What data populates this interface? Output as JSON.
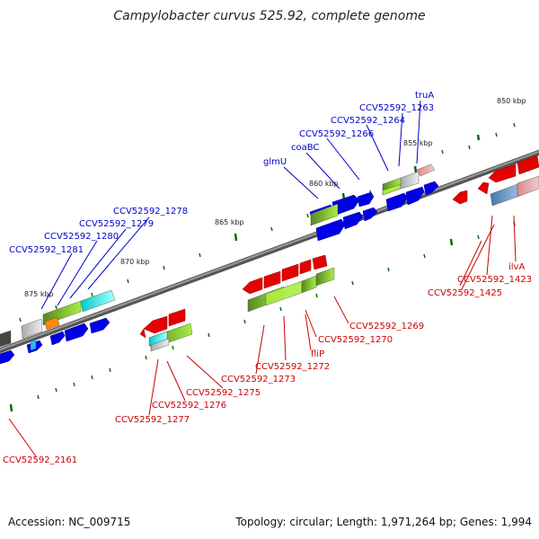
{
  "title": "Campylobacter curvus 525.92, complete genome",
  "footer": {
    "accession": "Accession: NC_009715",
    "summary": "Topology: circular; Length: 1,971,264 bp; Genes: 1,994"
  },
  "colors": {
    "backbone": "#777777",
    "forward_gene": "#0000e6",
    "reverse_gene": "#e60000",
    "forward_label": "#0000cc",
    "reverse_label": "#cc0000",
    "tick": "#116611",
    "cds_green": "#33aa33",
    "cds_cyan": "#22dddd",
    "cds_gray": "#bbbbbb"
  },
  "scale_labels": [
    "850 kbp",
    "855 kbp",
    "860 kbp",
    "865 kbp",
    "870 kbp",
    "875 kbp"
  ],
  "forward_labels": [
    "truA",
    "CCV52592_1263",
    "CCV52592_1264",
    "CCV52592_1266",
    "coaBC",
    "glmU",
    "CCV52592_1278",
    "CCV52592_1279",
    "CCV52592_1280",
    "CCV52592_1281"
  ],
  "reverse_labels": [
    "ilvA",
    "CCV52592_1423",
    "CCV52592_1425",
    "CCV52592_1269",
    "CCV52592_1270",
    "fliP",
    "CCV52592_1272",
    "CCV52592_1273",
    "CCV52592_1275",
    "CCV52592_1276",
    "CCV52592_1277",
    "CCV52592_2161"
  ]
}
